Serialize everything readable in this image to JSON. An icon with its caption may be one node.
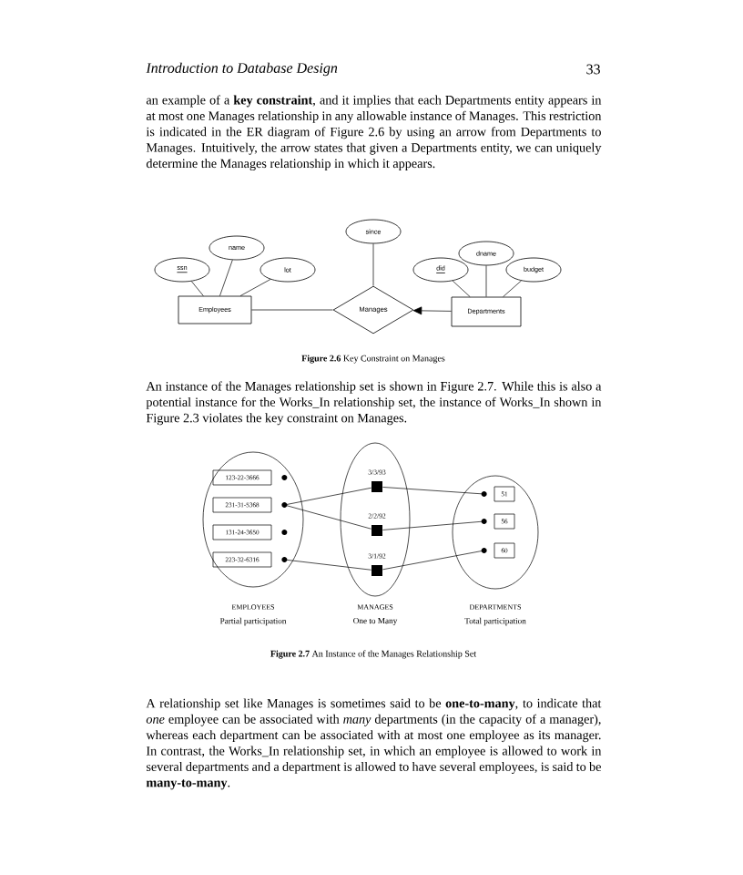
{
  "diagram": {
    "nodes": [
      {
        "text": [
          "name"
        ]
      },
      {
        "text": [
          "since"
        ]
      },
      {
        "text": [
          "dname"
        ]
      },
      {
        "text": [
          "ssn"
        ]
      },
      {
        "text": [
          "lot"
        ]
      },
      {
        "text": [
          "did"
        ]
      },
      {
        "text": [
          "budget"
        ]
      },
      {
        "text": [
          "Employees"
        ]
      },
      {
        "text": [
          "Manages"
        ]
      },
      {
        "text": [
          "Departments"
        ]
      },
      {
        "text": [
          "EMPLOYEES",
          "Partial participation"
        ]
      },
      {
        "text": [
          "123-22-3666"
        ],
        "in": 10
      },
      {
        "text": [
          "231-31-5368"
        ],
        "in": 10
      },
      {
        "text": [
          "131-24-3650"
        ],
        "in": 10
      },
      {
        "text": [
          "223-32-6316"
        ],
        "in": 10
      },
      {
        "text": [
          "MANAGES",
          "One to Many"
        ]
      },
      {
        "text": [],
        "shape": "box",
        "beside": [
          "3/3/93"
        ],
        "in": 15
      },
      {
        "text": [],
        "shape": "box",
        "beside": [
          "2/2/92"
        ],
        "in": 15
      },
      {
        "text": [],
        "shape": "box",
        "beside": [
          "3/1/92"
        ],
        "in": 15
      },
      {
        "text": [
          "DEPARTMENTS",
          "Total participation"
        ]
      },
      {
        "text": [
          "51"
        ],
        "in": 19
      },
      {
        "text": [
          "56"
        ],
        "in": 19
      },
      {
        "text": [
          "60"
        ],
        "in": 19
      }
    ],
    "edges": [
      {
        "from": 0,
        "to": 7,
        "arrow": "none"
      },
      {
        "from": 3,
        "to": 7,
        "arrow": "none"
      },
      {
        "from": 4,
        "to": 7,
        "arrow": "none"
      },
      {
        "from": 7,
        "to": 8,
        "arrow": "none"
      },
      {
        "from": 1,
        "to": 8,
        "arrow": "none"
      },
      {
        "from": 9,
        "to": 8,
        "arrow": "to"
      },
      {
        "from": 5,
        "to": 9,
        "arrow": "none"
      },
      {
        "from": 2,
        "to": 9,
        "arrow": "none"
      },
      {
        "from": 6,
        "to": 9,
        "arrow": "none"
      },
      {
        "from": 12,
        "to": 16,
        "arrow": "none"
      },
      {
        "from": 12,
        "to": 17,
        "arrow": "none"
      },
      {
        "from": 14,
        "to": 18,
        "arrow": "none"
      },
      {
        "from": 16,
        "to": 20,
        "arrow": "none"
      },
      {
        "from": 17,
        "to": 21,
        "arrow": "none"
      },
      {
        "from": 18,
        "to": 22,
        "arrow": "none"
      }
    ],
    "labels": [
      "Introduction to Database Design",
      "33",
      "an example of a **key constraint**, and it implies that each Departments entity appears in at most one Manages relationship in any allowable instance of Manages. This restriction is indicated in the ER diagram of Figure 2.6 by using an arrow from Departments to Manages. Intuitively, the arrow states that given a Departments entity, we can uniquely determine the Manages relationship in which it appears.",
      "**Figure 2.6** Key Constraint on Manages",
      "An instance of the Manages relationship set is shown in Figure 2.7. While this is also a potential instance for the Works_In relationship set, the instance of Works_In shown in Figure 2.3 violates the key constraint on Manages.",
      "**Figure 2.7** An Instance of the Manages Relationship Set",
      "A relationship set like Manages is sometimes said to be **one-to-many**, to indicate that *one* employee can be associated with *many* departments (in the capacity of a manager), whereas each department can be associated with at most one employee as its manager. In contrast, the Works_In relationship set, in which an employee is allowed to work in several departments and a department is allowed to have several employees, is said to be **many-to-many**."
    ]
  }
}
